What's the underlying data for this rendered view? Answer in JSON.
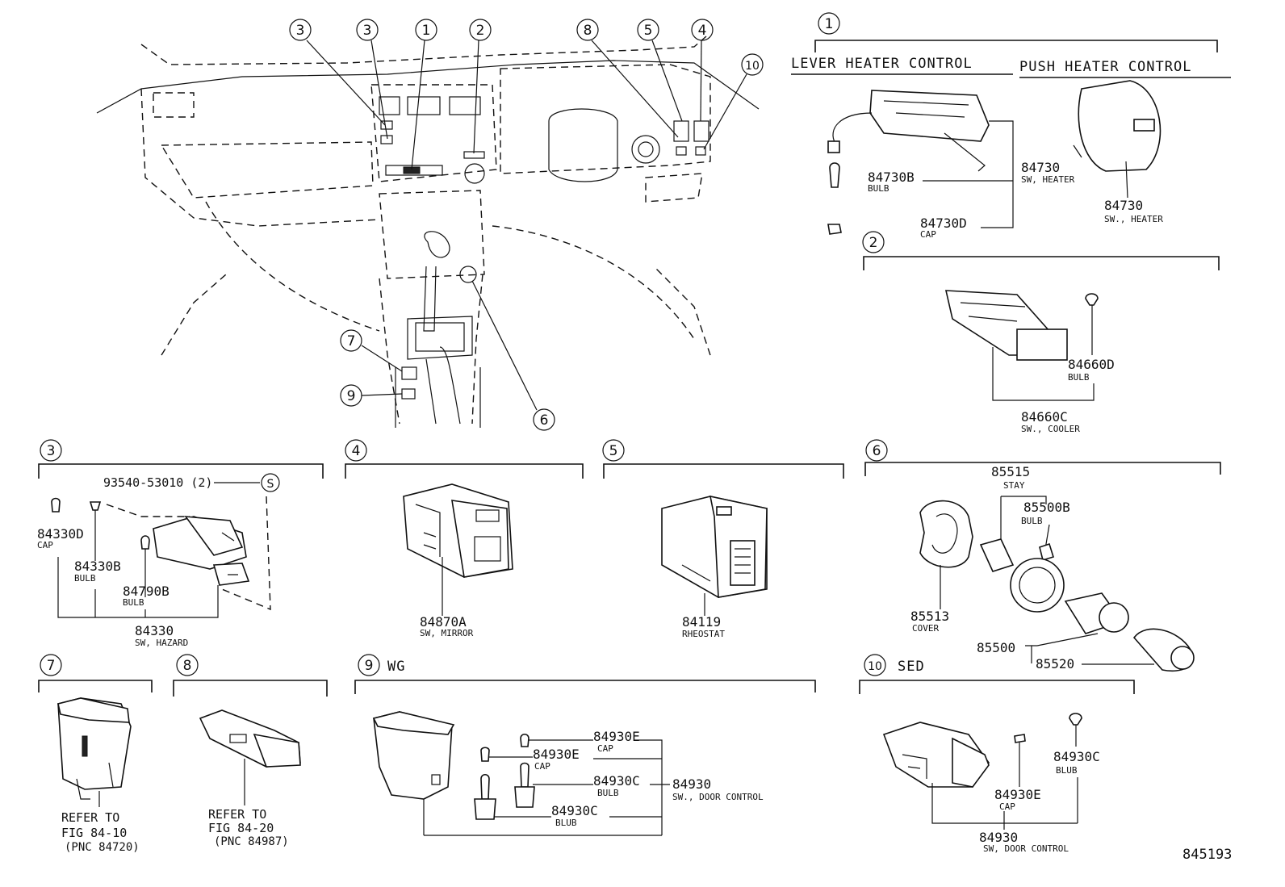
{
  "diagram_id": "845193",
  "panels": {
    "p1": {
      "num": "1",
      "left_title": "LEVER  HEATER  CONTROL",
      "right_title": "PUSH  HEATER  CONTROL",
      "parts": [
        {
          "pn": "84730",
          "desc": "SW, HEATER"
        },
        {
          "pn": "84730B",
          "desc": "BULB"
        },
        {
          "pn": "84730D",
          "desc": "CAP"
        },
        {
          "pn": "84730",
          "desc": "SW., HEATER"
        }
      ]
    },
    "p2": {
      "num": "2",
      "parts": [
        {
          "pn": "84660D",
          "desc": "BULB"
        },
        {
          "pn": "84660C",
          "desc": "SW., COOLER"
        }
      ]
    },
    "p3": {
      "num": "3",
      "parts": [
        {
          "pn": "93540-53010 (2)",
          "desc": ""
        },
        {
          "pn": "84330D",
          "desc": "CAP"
        },
        {
          "pn": "84330B",
          "desc": "BULB"
        },
        {
          "pn": "84790B",
          "desc": "BULB"
        },
        {
          "pn": "84330",
          "desc": "SW, HAZARD"
        }
      ],
      "s_mark": "S"
    },
    "p4": {
      "num": "4",
      "parts": [
        {
          "pn": "84870A",
          "desc": "SW, MIRROR"
        }
      ]
    },
    "p5": {
      "num": "5",
      "parts": [
        {
          "pn": "84119",
          "desc": "RHEOSTAT"
        }
      ]
    },
    "p6": {
      "num": "6",
      "parts": [
        {
          "pn": "85515",
          "desc": "STAY"
        },
        {
          "pn": "85500B",
          "desc": "BULB"
        },
        {
          "pn": "85513",
          "desc": "COVER"
        },
        {
          "pn": "85500",
          "desc": ""
        },
        {
          "pn": "85520",
          "desc": ""
        }
      ]
    },
    "p7": {
      "num": "7",
      "refer": [
        "REFER TO",
        "FIG 84-10",
        "(PNC 84720)"
      ]
    },
    "p8": {
      "num": "8",
      "refer": [
        "REFER TO",
        "FIG 84-20",
        "(PNC 84987)"
      ]
    },
    "p9": {
      "num": "9",
      "variant": "WG",
      "parts": [
        {
          "pn": "84930E",
          "desc": "CAP"
        },
        {
          "pn": "84930E",
          "desc": "CAP"
        },
        {
          "pn": "84930C",
          "desc": "BULB"
        },
        {
          "pn": "84930C",
          "desc": "BLUB"
        },
        {
          "pn": "84930",
          "desc": "SW., DOOR CONTROL"
        }
      ]
    },
    "p10": {
      "num": "10",
      "variant": "SED",
      "parts": [
        {
          "pn": "84930C",
          "desc": "BLUB"
        },
        {
          "pn": "84930E",
          "desc": "CAP"
        },
        {
          "pn": "84930",
          "desc": "SW, DOOR CONTROL"
        }
      ]
    }
  },
  "dash_callouts": [
    "3",
    "3",
    "1",
    "2",
    "8",
    "5",
    "4",
    "10",
    "7",
    "9",
    "6"
  ]
}
